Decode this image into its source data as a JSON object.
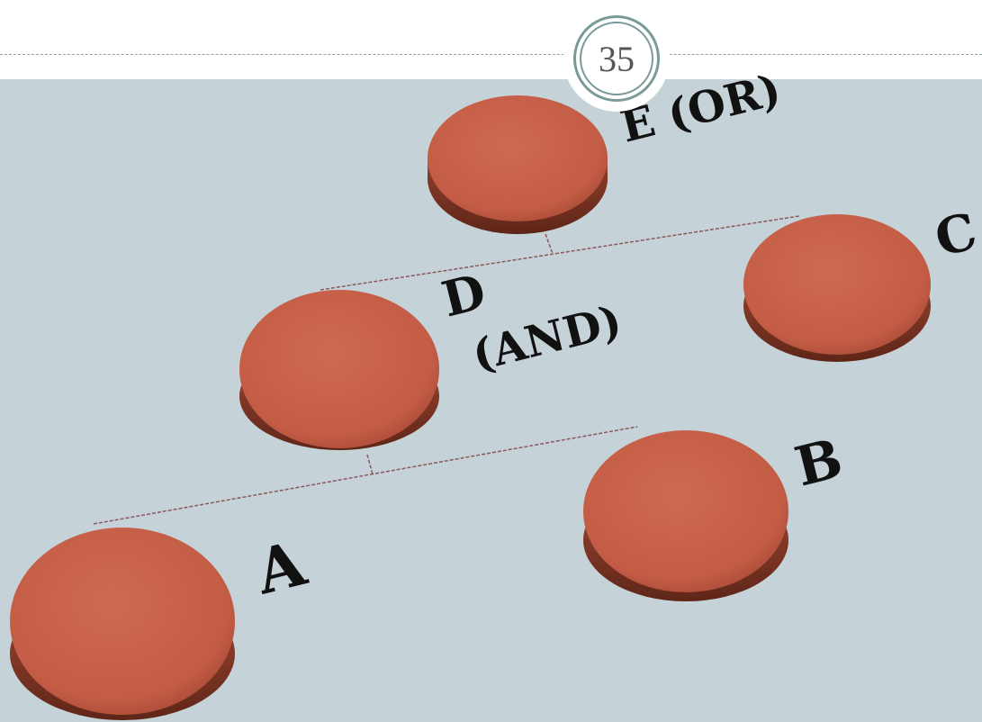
{
  "page": {
    "number": "35"
  },
  "nodes": {
    "e": {
      "label": "E (OR)"
    },
    "d": {
      "label_line1": "D",
      "label_line2": "(AND)"
    },
    "c": {
      "label": "C"
    },
    "b": {
      "label": "B"
    },
    "a": {
      "label": "A"
    }
  },
  "colors": {
    "background": "#c5d2d8",
    "disc_top": "#c8604a",
    "disc_side": "#7a3424",
    "connector": "#8a5a5a",
    "label": "#111111"
  }
}
